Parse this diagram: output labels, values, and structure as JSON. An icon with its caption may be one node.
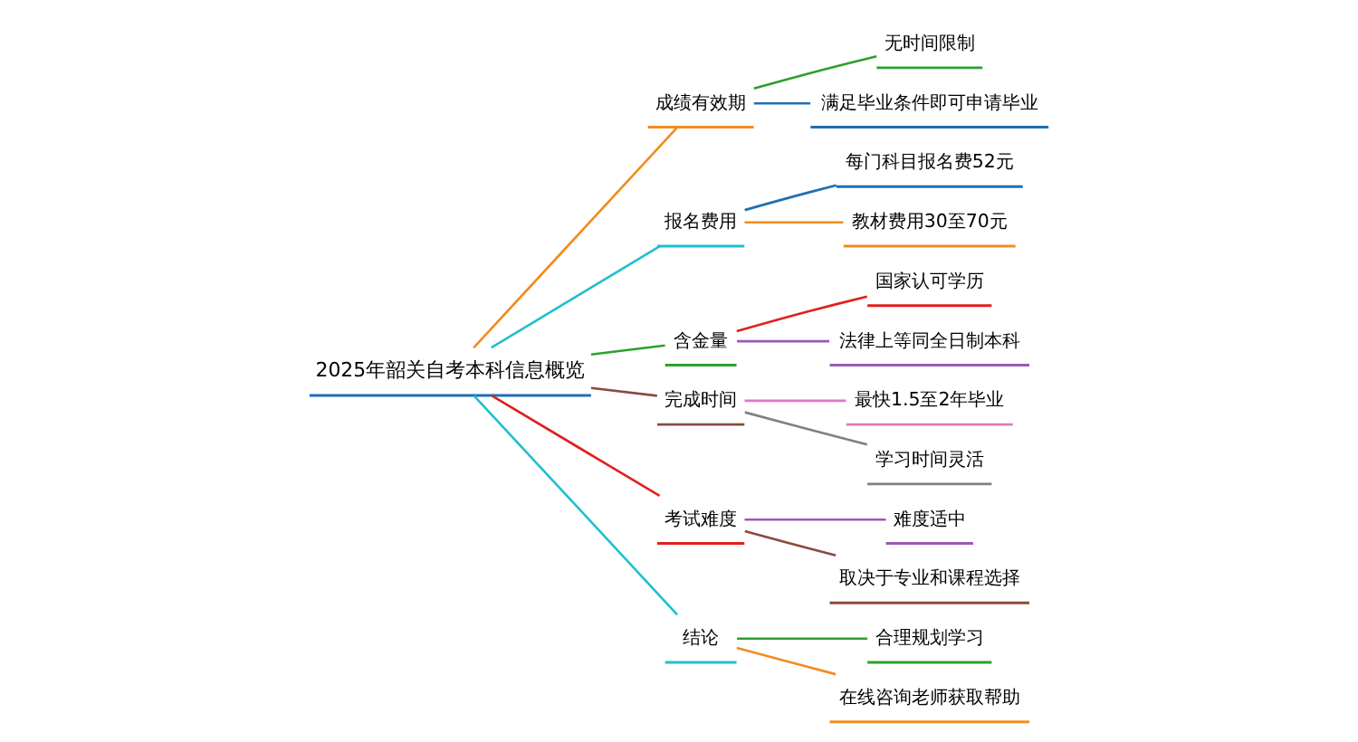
{
  "diagram": {
    "nodes": [
      {
        "text": [
          "2025年韶关自考本科信息概览"
        ]
      },
      {
        "text": [
          "成绩有效期"
        ]
      },
      {
        "text": [
          "无时间限制"
        ]
      },
      {
        "text": [
          "满足毕业条件即可申请毕业"
        ]
      },
      {
        "text": [
          "报名费用"
        ]
      },
      {
        "text": [
          "每门科目报名费52元"
        ]
      },
      {
        "text": [
          "教材费用30至70元"
        ]
      },
      {
        "text": [
          "含金量"
        ]
      },
      {
        "text": [
          "国家认可学历"
        ]
      },
      {
        "text": [
          "法律上等同全日制本科"
        ]
      },
      {
        "text": [
          "完成时间"
        ]
      },
      {
        "text": [
          "最快1.5至2年毕业"
        ]
      },
      {
        "text": [
          "学习时间灵活"
        ]
      },
      {
        "text": [
          "考试难度"
        ]
      },
      {
        "text": [
          "难度适中"
        ]
      },
      {
        "text": [
          "取决于专业和课程选择"
        ]
      },
      {
        "text": [
          "结论"
        ]
      },
      {
        "text": [
          "合理规划学习"
        ]
      },
      {
        "text": [
          "在线咨询老师获取帮助"
        ]
      }
    ],
    "edges": [
      {
        "from": 0,
        "to": 1,
        "arrow": "none",
        "color": "#f28c1e"
      },
      {
        "from": 1,
        "to": 2,
        "arrow": "none",
        "color": "#2ca02c"
      },
      {
        "from": 1,
        "to": 3,
        "arrow": "none",
        "color": "#1f6fb5"
      },
      {
        "from": 0,
        "to": 4,
        "arrow": "none",
        "color": "#1fc0d0"
      },
      {
        "from": 4,
        "to": 5,
        "arrow": "none",
        "color": "#1f6fb5"
      },
      {
        "from": 4,
        "to": 6,
        "arrow": "none",
        "color": "#f28c1e"
      },
      {
        "from": 0,
        "to": 7,
        "arrow": "none",
        "color": "#2ca02c"
      },
      {
        "from": 7,
        "to": 8,
        "arrow": "none",
        "color": "#e0201e"
      },
      {
        "from": 7,
        "to": 9,
        "arrow": "none",
        "color": "#9b59b6"
      },
      {
        "from": 0,
        "to": 10,
        "arrow": "none",
        "color": "#8b4a3c"
      },
      {
        "from": 10,
        "to": 11,
        "arrow": "none",
        "color": "#e377c2"
      },
      {
        "from": 10,
        "to": 12,
        "arrow": "none",
        "color": "#808080"
      },
      {
        "from": 0,
        "to": 13,
        "arrow": "none",
        "color": "#e0201e"
      },
      {
        "from": 13,
        "to": 14,
        "arrow": "none",
        "color": "#9b59b6"
      },
      {
        "from": 13,
        "to": 15,
        "arrow": "none",
        "color": "#8b4a3c"
      },
      {
        "from": 0,
        "to": 16,
        "arrow": "none",
        "color": "#1fc0d0"
      },
      {
        "from": 16,
        "to": 17,
        "arrow": "none",
        "color": "#2ca02c"
      },
      {
        "from": 16,
        "to": 18,
        "arrow": "none",
        "color": "#f28c1e"
      }
    ]
  }
}
